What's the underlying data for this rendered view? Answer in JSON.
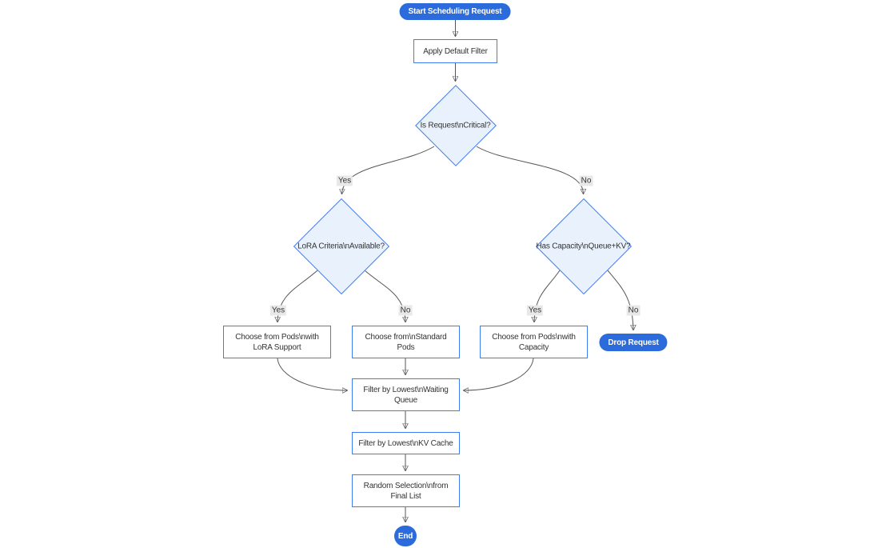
{
  "diagram": {
    "type": "flowchart",
    "nodes": {
      "start": {
        "label": "Start Scheduling Request"
      },
      "apply_filter": {
        "lines": [
          "Apply Default Filter"
        ]
      },
      "is_critical": {
        "label": "Is Request\\nCritical?"
      },
      "lora_criteria": {
        "label": "LoRA Criteria\\nAvailable?"
      },
      "has_capacity": {
        "label": "Has Capacity\\nQueue+KV?"
      },
      "choose_lora": {
        "lines": [
          "Choose from Pods\\nwith",
          "LoRA Support"
        ]
      },
      "choose_standard": {
        "lines": [
          "Choose from\\nStandard",
          "Pods"
        ]
      },
      "choose_capacity": {
        "lines": [
          "Choose from Pods\\nwith",
          "Capacity"
        ]
      },
      "drop_request": {
        "label": "Drop Request"
      },
      "filter_waiting_queue": {
        "lines": [
          "Filter by Lowest\\nWaiting",
          "Queue"
        ]
      },
      "filter_kv_cache": {
        "lines": [
          "Filter by Lowest\\nKV Cache"
        ]
      },
      "random_selection": {
        "lines": [
          "Random Selection\\nfrom",
          "Final List"
        ]
      },
      "end": {
        "label": "End"
      }
    },
    "edge_labels": {
      "critical_yes": "Yes",
      "critical_no": "No",
      "lora_yes": "Yes",
      "lora_no": "No",
      "capacity_yes": "Yes",
      "capacity_no": "No"
    },
    "colors": {
      "accent_blue": "#2b6bdb",
      "node_border_blue": "#3e7cf2",
      "decision_fill": "#e9f2fc",
      "edge_line": "#555555",
      "arrowhead": "#333333",
      "edge_label_bg": "#e8e8e8",
      "text": "#333333",
      "canvas_bg": "#ffffff"
    }
  }
}
